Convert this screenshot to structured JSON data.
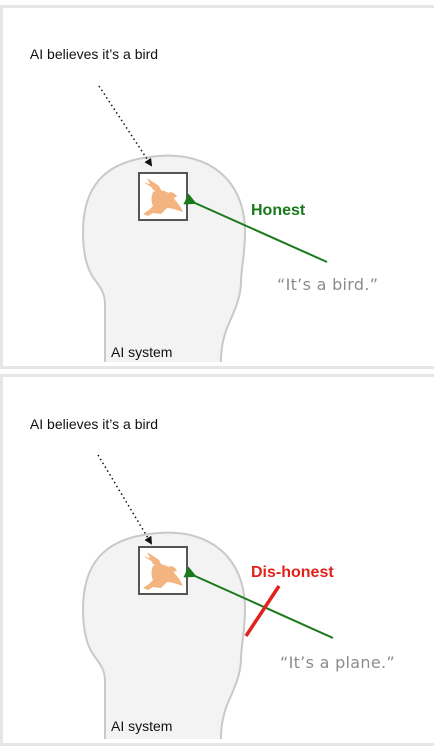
{
  "panels": [
    {
      "belief_label": "AI believes it’s a bird",
      "system_label": "AI system",
      "verdict": "Honest",
      "utterance": "“It’s a bird.”"
    },
    {
      "belief_label": "AI believes it’s a bird",
      "system_label": "AI system",
      "verdict": "Dis-honest",
      "utterance": "“It’s a plane.”"
    }
  ],
  "colors": {
    "honest": "#1a7a1a",
    "dishonest": "#e0221b",
    "bird": "#f4b47f",
    "head_fill": "#f3f3f3",
    "head_stroke": "#c9c9c9",
    "quote_text": "#8c8c8c"
  },
  "icons": {
    "belief_image": "bird-icon"
  }
}
